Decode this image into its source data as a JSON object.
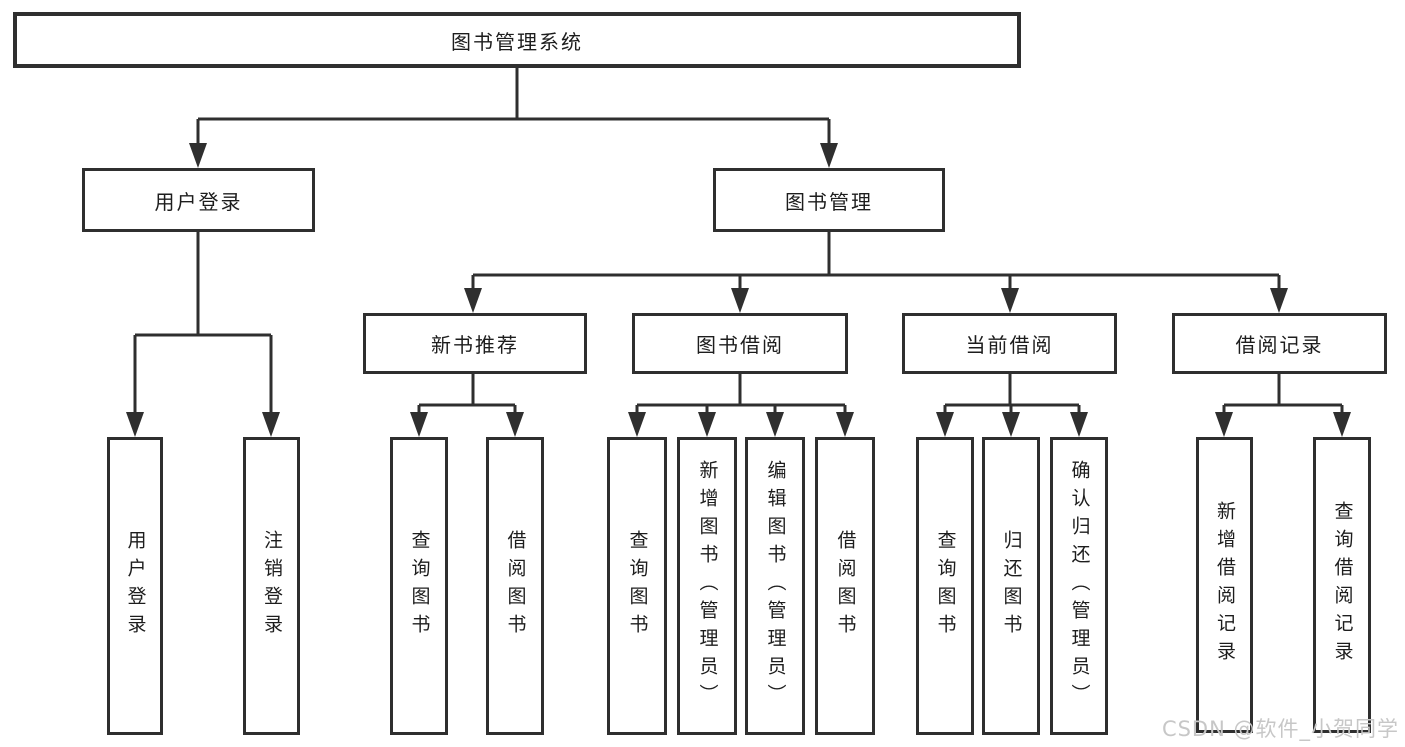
{
  "diagram": {
    "root_label": "图书管理系统",
    "level2": [
      {
        "label": "用户登录"
      },
      {
        "label": "图书管理"
      }
    ],
    "level3": [
      {
        "label": "新书推荐"
      },
      {
        "label": "图书借阅"
      },
      {
        "label": "当前借阅"
      },
      {
        "label": "借阅记录"
      }
    ],
    "leaves": {
      "user_login": [
        "用户登录",
        "注销登录"
      ],
      "new_book_recommend": [
        "查询图书",
        "借阅图书"
      ],
      "book_borrowing": [
        "查询图书",
        "新增图书（管理员）",
        "编辑图书（管理员）",
        "借阅图书"
      ],
      "current_borrowing": [
        "查询图书",
        "归还图书",
        "确认归还（管理员）"
      ],
      "borrowing_records": [
        "新增借阅记录",
        "查询借阅记录"
      ]
    }
  },
  "watermark": {
    "text": "CSDN @软件_小贺同学"
  },
  "colors": {
    "line": "#2f2f2f",
    "text": "#1d1d1d",
    "background": "#ffffff",
    "watermark": "#c7c7c7"
  }
}
